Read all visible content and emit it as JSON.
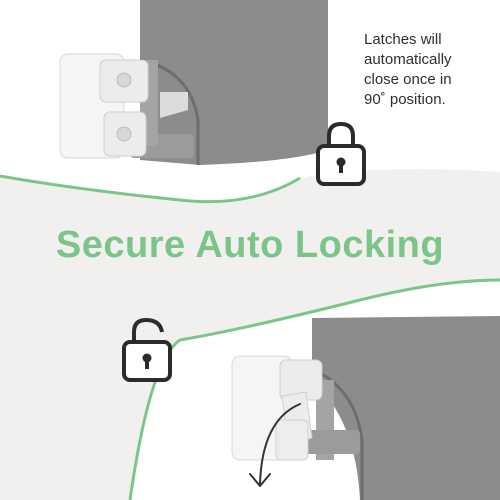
{
  "caption": {
    "lines": [
      "Latches will",
      "automatically",
      "close once in",
      "90˚ position."
    ]
  },
  "headline": "Secure Auto Locking",
  "icons": {
    "top": "locked-padlock-icon",
    "bottom": "unlocked-padlock-icon",
    "arrow": "down-arrow-icon"
  },
  "colors": {
    "background": "#f1f0ef",
    "accent_green": "#7cc58a",
    "white_panel": "#ffffff",
    "mesh_gray": "#8c8c8c",
    "latch_white": "#f4f4f4",
    "pole_gray": "#9a9a9a",
    "icon_stroke": "#2b2b2b"
  }
}
